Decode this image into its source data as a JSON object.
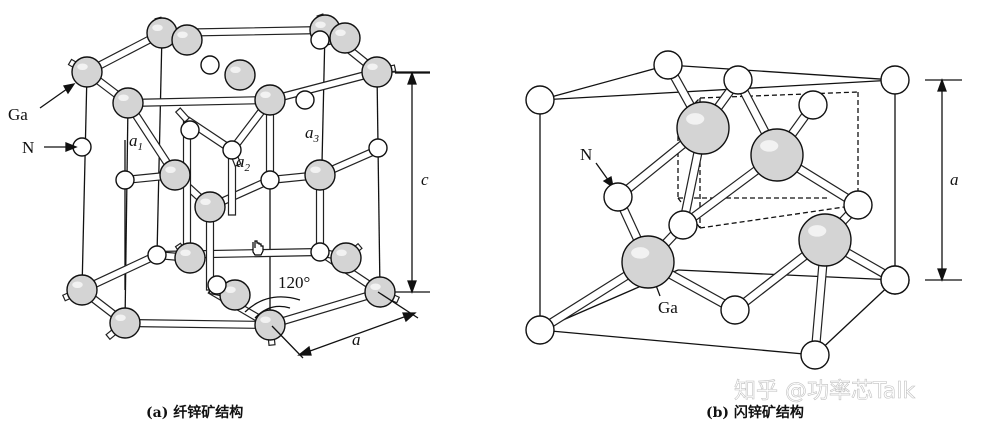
{
  "panel_a": {
    "label_ga": "Ga",
    "label_n": "N",
    "label_a1": "a",
    "label_a1_sub": "1",
    "label_a2": "a",
    "label_a2_sub": "2",
    "label_a3": "a",
    "label_a3_sub": "3",
    "label_c": "c",
    "label_a": "a",
    "label_angle": "120°",
    "caption": "(a) 纤锌矿结构"
  },
  "panel_b": {
    "label_n": "N",
    "label_ga": "Ga",
    "label_a": "a",
    "caption": "(b) 闪锌矿结构"
  },
  "watermark": "知乎 @功率芯Talk",
  "colors": {
    "ga_fill": "#d4d4d4",
    "n_fill": "#ffffff",
    "line": "#111111"
  }
}
